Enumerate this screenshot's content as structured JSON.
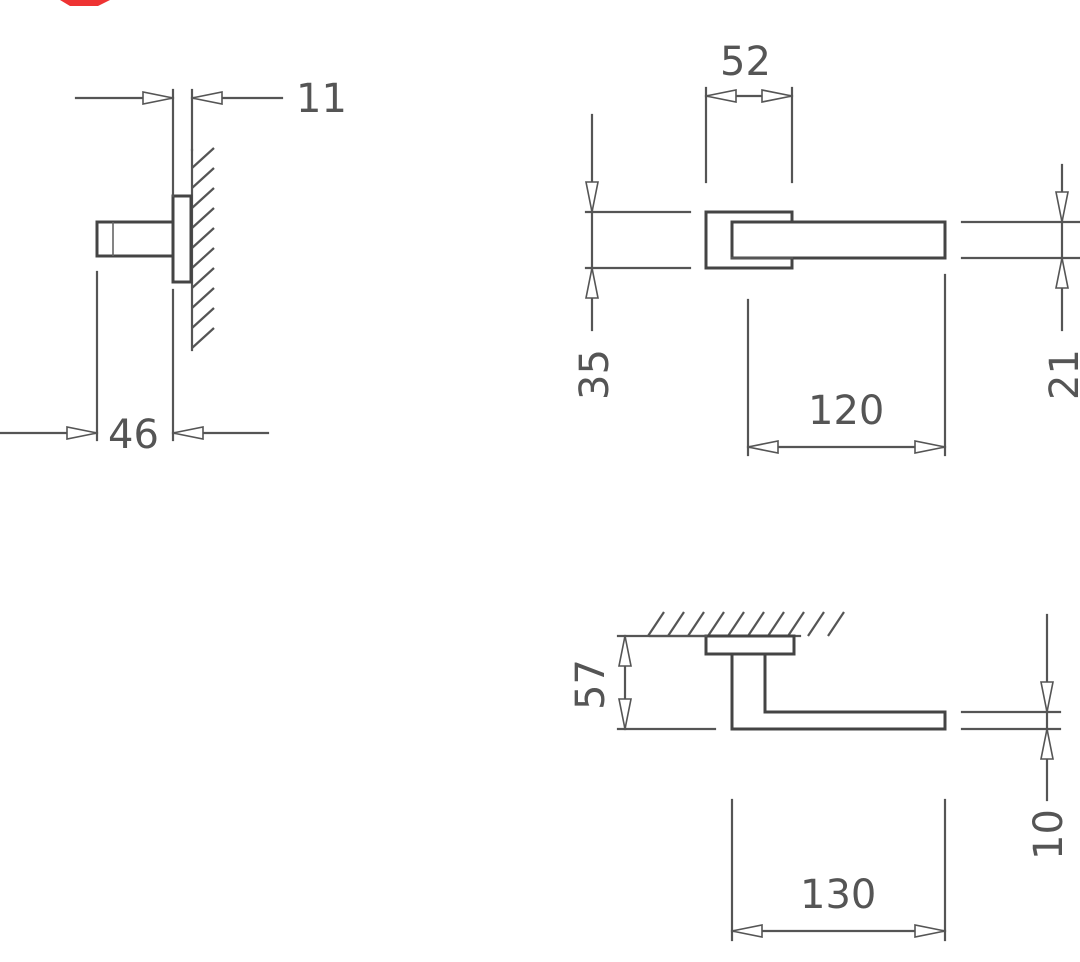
{
  "dimensions": {
    "side_top": "11",
    "side_bottom": "46",
    "front_top": "52",
    "front_left": "35",
    "front_right": "21",
    "front_bottom": "120",
    "top_left": "57",
    "top_right": "10",
    "top_bottom": "130"
  },
  "colors": {
    "line": "#555555",
    "corner_mark": "#e33333"
  }
}
